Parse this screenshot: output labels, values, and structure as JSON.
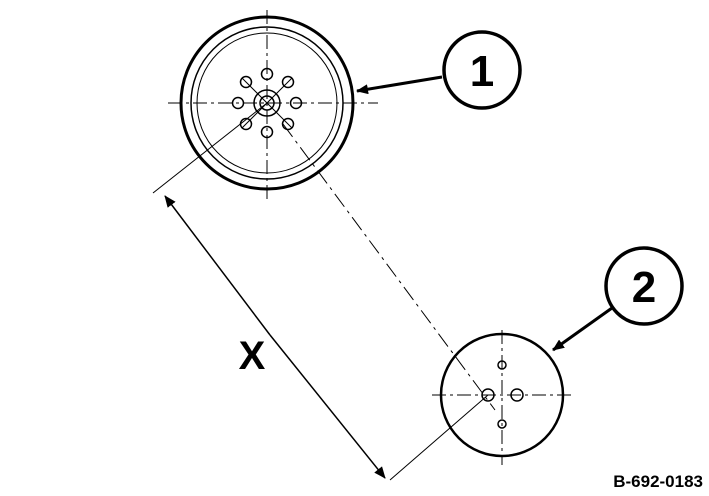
{
  "callouts": {
    "one": "1",
    "two": "2"
  },
  "dimension": {
    "label": "X"
  },
  "figure_code": "B-692-0183",
  "colors": {
    "ink": "#000000",
    "paper": "#ffffff"
  }
}
